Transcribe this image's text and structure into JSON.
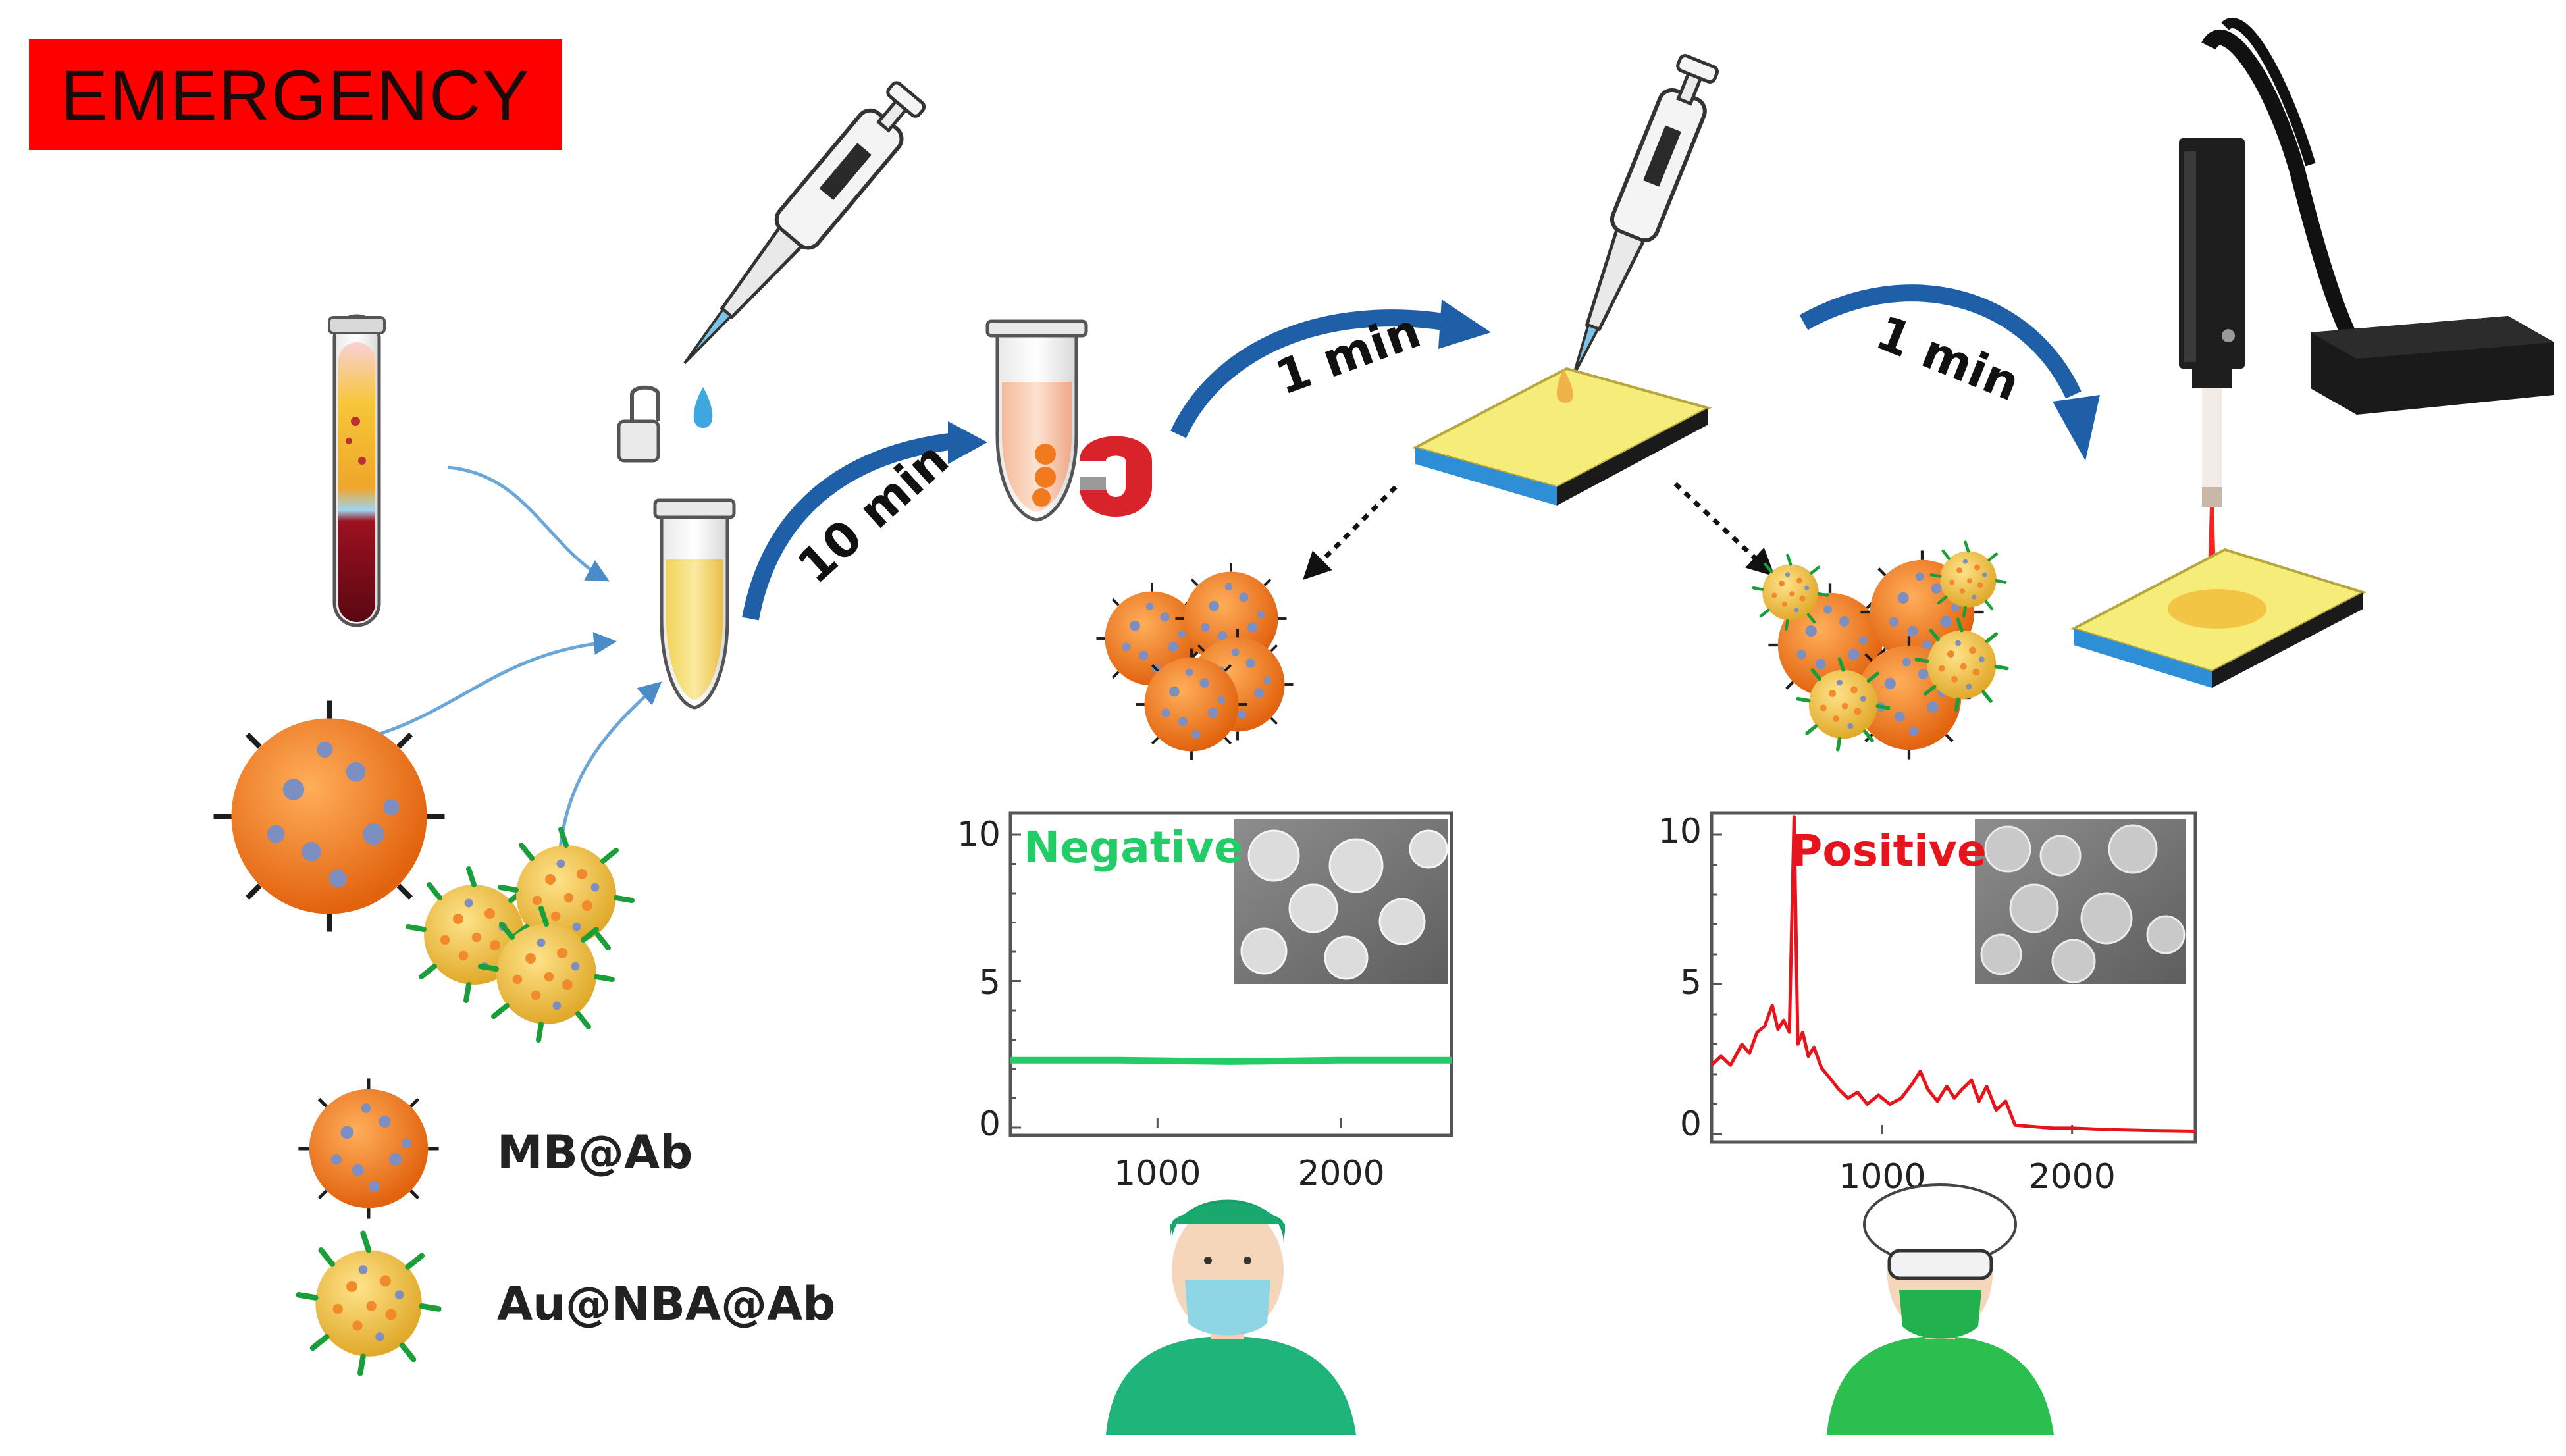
{
  "header": {
    "badge": "EMERGENCY"
  },
  "steps": {
    "step1_time": "10 min",
    "step2_time": "1 min",
    "step3_time": "1 min"
  },
  "legend": {
    "magnetic_bead": "MB@Ab",
    "gold_probe": "Au@NBA@Ab"
  },
  "colors": {
    "badge": "#ff0000",
    "negative": "#22cc66",
    "positive": "#e8141c",
    "arrow": "#1f5fa8",
    "bead": "#f27a1e",
    "gold": "#f1c84a",
    "substrate_top": "#f6ec7a",
    "substrate_side": "#2f8fd6"
  },
  "chart_data": [
    {
      "type": "line",
      "title": "Negative",
      "yticks": [
        "10",
        "5",
        "0"
      ],
      "xticks": [
        "1000",
        "2000"
      ],
      "ylim": [
        0,
        10
      ],
      "xlim": [
        200,
        2600
      ],
      "series": [
        {
          "values": [
            [
              200,
              2.3
            ],
            [
              800,
              2.3
            ],
            [
              1400,
              2.25
            ],
            [
              2000,
              2.3
            ],
            [
              2600,
              2.3
            ]
          ]
        }
      ]
    },
    {
      "type": "line",
      "title": "Positive",
      "yticks": [
        "10",
        "5",
        "0"
      ],
      "xticks": [
        "1000",
        "2000"
      ],
      "ylim": [
        0,
        10
      ],
      "xlim": [
        100,
        2650
      ],
      "series": [
        {
          "values": [
            [
              100,
              2.3
            ],
            [
              150,
              2.6
            ],
            [
              200,
              2.3
            ],
            [
              260,
              3.0
            ],
            [
              300,
              2.7
            ],
            [
              340,
              3.4
            ],
            [
              380,
              3.6
            ],
            [
              420,
              4.3
            ],
            [
              450,
              3.5
            ],
            [
              480,
              3.8
            ],
            [
              510,
              3.4
            ],
            [
              535,
              10.6
            ],
            [
              555,
              3.0
            ],
            [
              580,
              3.4
            ],
            [
              610,
              2.6
            ],
            [
              640,
              2.9
            ],
            [
              680,
              2.2
            ],
            [
              720,
              1.9
            ],
            [
              770,
              1.5
            ],
            [
              820,
              1.2
            ],
            [
              870,
              1.4
            ],
            [
              920,
              1.0
            ],
            [
              980,
              1.3
            ],
            [
              1040,
              1.0
            ],
            [
              1100,
              1.2
            ],
            [
              1160,
              1.7
            ],
            [
              1200,
              2.1
            ],
            [
              1240,
              1.5
            ],
            [
              1290,
              1.1
            ],
            [
              1340,
              1.6
            ],
            [
              1380,
              1.2
            ],
            [
              1420,
              1.5
            ],
            [
              1470,
              1.8
            ],
            [
              1510,
              1.1
            ],
            [
              1550,
              1.6
            ],
            [
              1600,
              0.8
            ],
            [
              1650,
              1.1
            ],
            [
              1700,
              0.3
            ],
            [
              1800,
              0.25
            ],
            [
              1900,
              0.2
            ],
            [
              2000,
              0.2
            ],
            [
              2200,
              0.15
            ],
            [
              2400,
              0.12
            ],
            [
              2650,
              0.1
            ]
          ]
        }
      ]
    }
  ]
}
